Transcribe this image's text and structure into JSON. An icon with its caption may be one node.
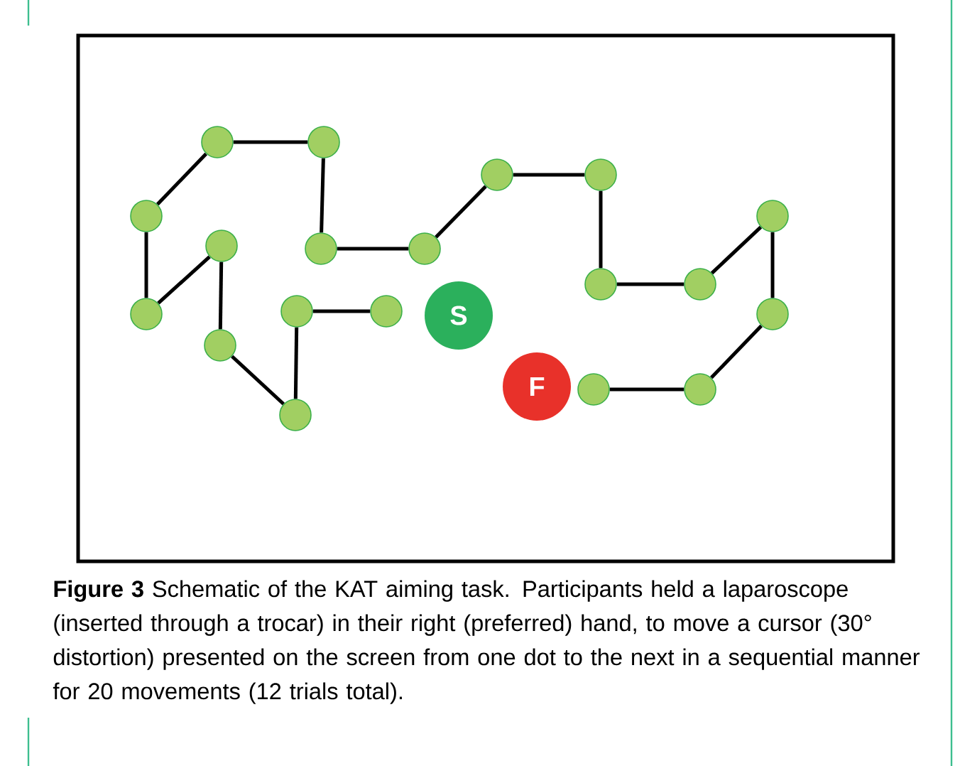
{
  "diagram": {
    "caption": "**Figure 3** Schematic of the KAT aiming task. Participants held a laparoscope (inserted through a trocar) in their right (preferred) hand, to move a cursor (30° distortion) presented on the screen from one dot to the next in a sequential manner for 20 movements (12 trials total).",
    "nodes": [
      {
        "text": [
          "S"
        ]
      },
      {
        "text": [],
        "shape": "circle"
      },
      {
        "text": [],
        "shape": "circle"
      },
      {
        "text": [],
        "shape": "circle"
      },
      {
        "text": [],
        "shape": "circle"
      },
      {
        "text": [],
        "shape": "circle"
      },
      {
        "text": [],
        "shape": "circle"
      },
      {
        "text": [],
        "shape": "circle"
      },
      {
        "text": [],
        "shape": "circle"
      },
      {
        "text": [],
        "shape": "circle"
      },
      {
        "text": [],
        "shape": "circle"
      },
      {
        "text": [],
        "shape": "circle"
      },
      {
        "text": [],
        "shape": "circle"
      },
      {
        "text": [],
        "shape": "circle"
      },
      {
        "text": [],
        "shape": "circle"
      },
      {
        "text": [],
        "shape": "circle"
      },
      {
        "text": [],
        "shape": "circle"
      },
      {
        "text": [],
        "shape": "circle"
      },
      {
        "text": [],
        "shape": "circle"
      },
      {
        "text": [],
        "shape": "circle"
      },
      {
        "text": [
          "F"
        ]
      }
    ],
    "edges": [
      {
        "from": 1,
        "to": 2,
        "arrow": "none"
      },
      {
        "from": 2,
        "to": 3,
        "arrow": "none"
      },
      {
        "from": 3,
        "to": 4,
        "arrow": "none"
      },
      {
        "from": 4,
        "to": 5,
        "arrow": "none"
      },
      {
        "from": 5,
        "to": 6,
        "arrow": "none"
      },
      {
        "from": 6,
        "to": 7,
        "arrow": "none"
      },
      {
        "from": 7,
        "to": 8,
        "arrow": "none"
      },
      {
        "from": 8,
        "to": 9,
        "arrow": "none"
      },
      {
        "from": 9,
        "to": 10,
        "arrow": "none"
      },
      {
        "from": 10,
        "to": 11,
        "arrow": "none"
      },
      {
        "from": 11,
        "to": 12,
        "arrow": "none"
      },
      {
        "from": 12,
        "to": 13,
        "arrow": "none"
      },
      {
        "from": 13,
        "to": 14,
        "arrow": "none"
      },
      {
        "from": 14,
        "to": 15,
        "arrow": "none"
      },
      {
        "from": 15,
        "to": 16,
        "arrow": "none"
      },
      {
        "from": 16,
        "to": 17,
        "arrow": "none"
      },
      {
        "from": 17,
        "to": 18,
        "arrow": "none"
      },
      {
        "from": 18,
        "to": 19,
        "arrow": "none"
      }
    ]
  }
}
